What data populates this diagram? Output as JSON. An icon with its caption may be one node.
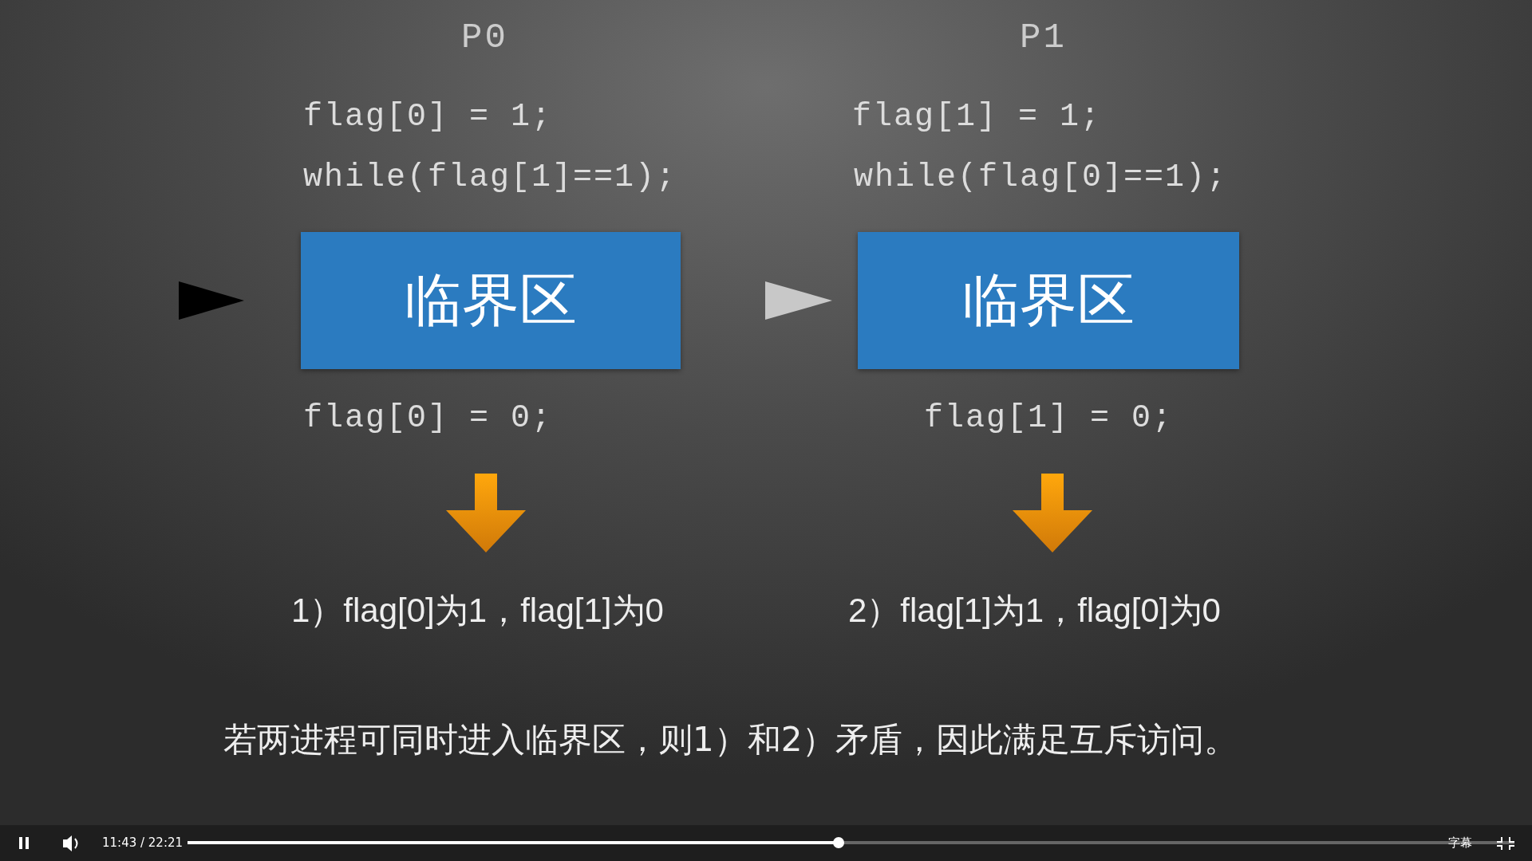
{
  "diagram": {
    "nodes": [
      {
        "text": [
          "临界区"
        ]
      },
      {
        "text": [
          "临界区"
        ]
      },
      {
        "text": [
          "flag[0] = 0;"
        ]
      },
      {
        "text": [
          "flag[1] = 0;"
        ]
      },
      {
        "text": [
          "1）flag[0]为1，flag[1]为0"
        ]
      },
      {
        "text": [
          "2）flag[1]为1，flag[0]为0"
        ]
      }
    ],
    "edges": [
      {
        "from": 2,
        "to": 4,
        "arrow": "to",
        "style": "thick",
        "color": "#f08c0a"
      },
      {
        "from": 3,
        "to": 5,
        "arrow": "to",
        "style": "thick",
        "color": "#f08c0a"
      }
    ],
    "labels": [
      "P0",
      "P1",
      "flag[0] = 1;",
      "while(flag[1]==1);",
      "flag[1] = 1;",
      "while(flag[0]==1);",
      "若两进程可同时进入临界区，则1）和2）矛盾，因此满足互斥访问。",
      "11:43 / 22:21",
      "字幕"
    ]
  }
}
